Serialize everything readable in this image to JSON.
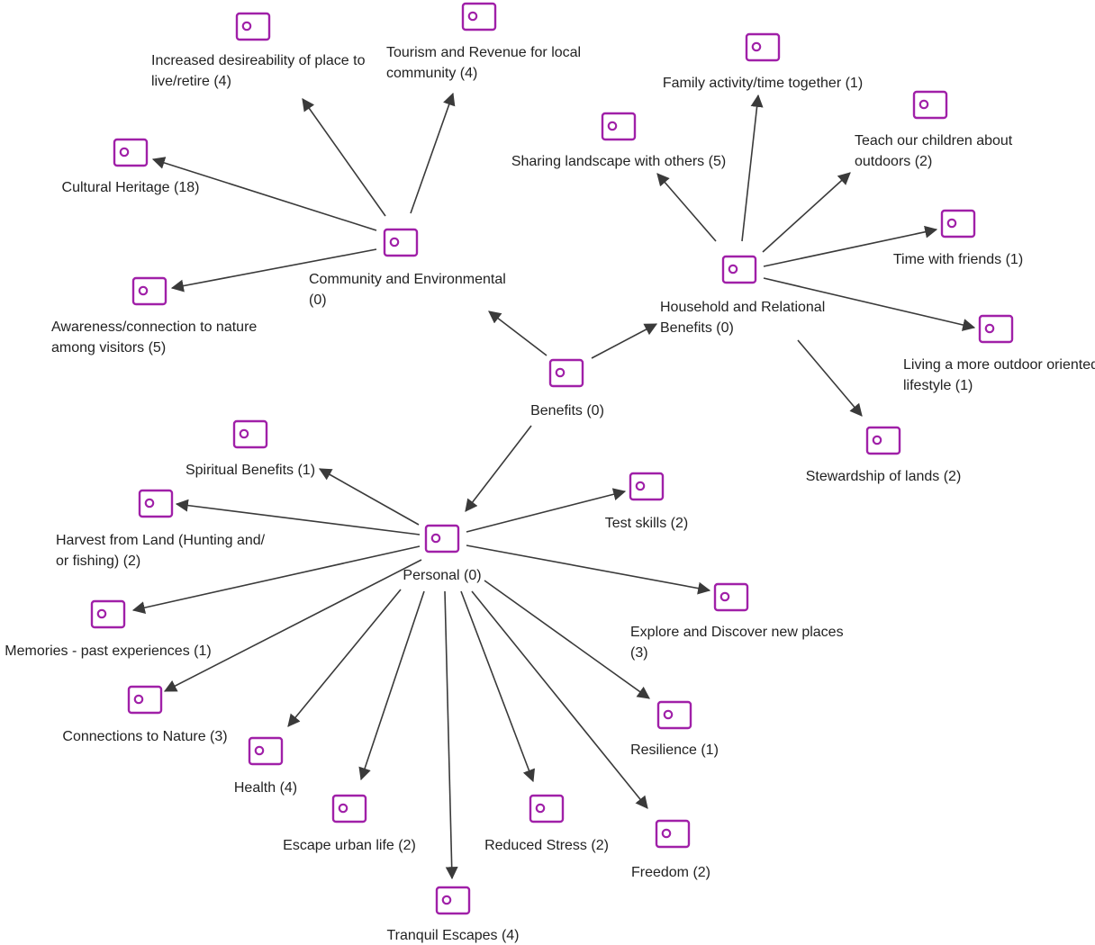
{
  "colors": {
    "icon": "#a020a8",
    "edge": "#3a3a3a",
    "label": "#222222"
  },
  "nodes": {
    "benefits": {
      "label": "Benefits (0)",
      "icon": "code-icon"
    },
    "community": {
      "label_lines": [
        "Community and Environmental",
        "(0)"
      ],
      "icon": "code-icon"
    },
    "household": {
      "label_lines": [
        "Household and Relational",
        "Benefits (0)"
      ],
      "icon": "code-icon"
    },
    "personal": {
      "label": "Personal (0)",
      "icon": "code-icon"
    },
    "desireability": {
      "label_lines": [
        "Increased desireability of place to",
        "live/retire (4)"
      ],
      "icon": "code-icon"
    },
    "tourism": {
      "label_lines": [
        "Tourism and Revenue for local",
        "community (4)"
      ],
      "icon": "code-icon"
    },
    "cultural": {
      "label": "Cultural Heritage (18)",
      "icon": "code-icon"
    },
    "awareness": {
      "label_lines": [
        "Awareness/connection to nature",
        "among visitors (5)"
      ],
      "icon": "code-icon"
    },
    "family": {
      "label": "Family activity/time together (1)",
      "icon": "code-icon"
    },
    "teach": {
      "label_lines": [
        "Teach our children about",
        "outdoors (2)"
      ],
      "icon": "code-icon"
    },
    "sharing": {
      "label": "Sharing landscape with others (5)",
      "icon": "code-icon"
    },
    "friends": {
      "label": "Time with friends (1)",
      "icon": "code-icon"
    },
    "lifestyle": {
      "label_lines": [
        "Living a more outdoor oriented",
        "lifestyle (1)"
      ],
      "icon": "code-icon"
    },
    "stewardship": {
      "label": "Stewardship of lands (2)",
      "icon": "code-icon"
    },
    "spiritual": {
      "label": "Spiritual Benefits (1)",
      "icon": "code-icon"
    },
    "harvest": {
      "label_lines": [
        "Harvest from Land (Hunting and/",
        "or fishing) (2)"
      ],
      "icon": "code-icon"
    },
    "memories": {
      "label": "Memories - past experiences (1)",
      "icon": "code-icon"
    },
    "connections": {
      "label": "Connections to Nature (3)",
      "icon": "code-icon"
    },
    "health": {
      "label": "Health (4)",
      "icon": "code-icon"
    },
    "escape": {
      "label": "Escape urban life (2)",
      "icon": "code-icon"
    },
    "tranquil": {
      "label": "Tranquil Escapes (4)",
      "icon": "code-icon"
    },
    "reduced": {
      "label": "Reduced Stress (2)",
      "icon": "code-icon"
    },
    "freedom": {
      "label": "Freedom (2)",
      "icon": "code-icon"
    },
    "resilience": {
      "label": "Resilience (1)",
      "icon": "code-icon"
    },
    "explore": {
      "label_lines": [
        "Explore and Discover new places",
        "(3)"
      ],
      "icon": "code-icon"
    },
    "skills": {
      "label": "Test skills (2)",
      "icon": "code-icon"
    }
  }
}
